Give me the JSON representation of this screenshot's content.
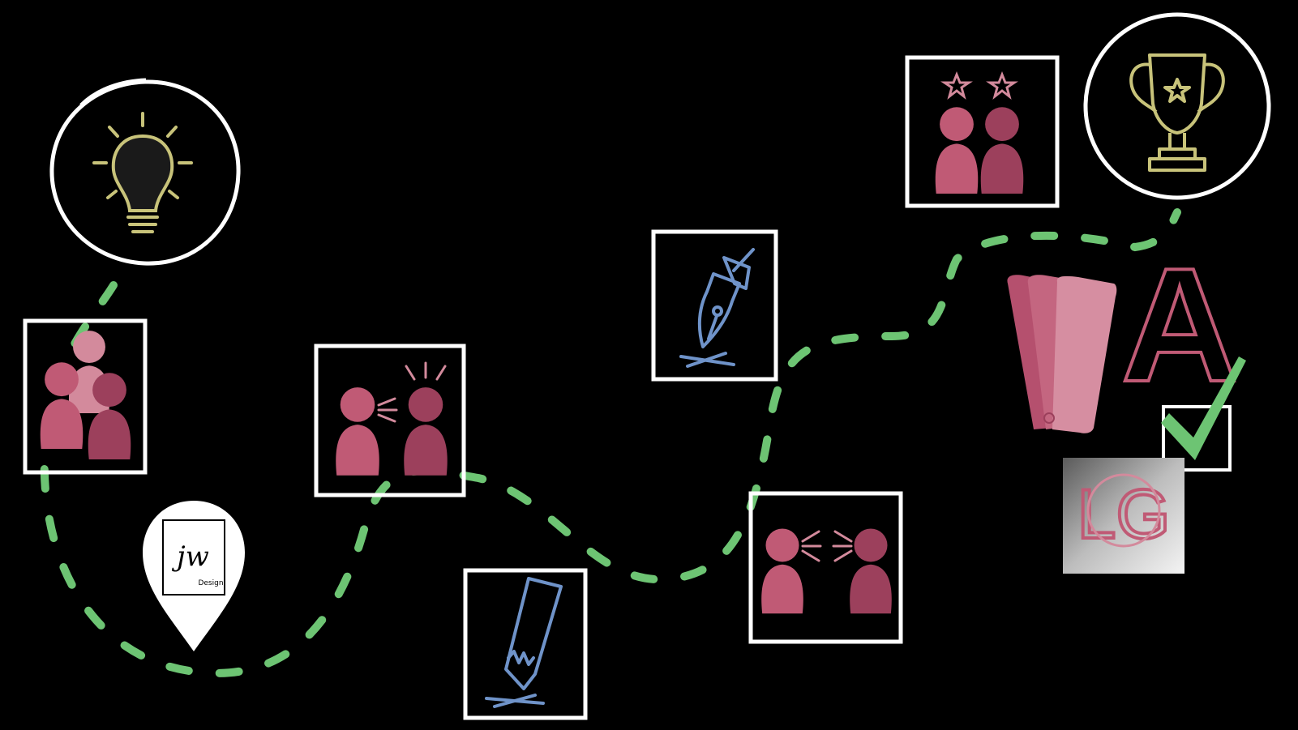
{
  "colors": {
    "background": "#000000",
    "frame": "#ffffff",
    "path": "#6dc473",
    "person_light": "#c05a75",
    "person_dark": "#9c405c",
    "person_pale": "#d38a9c",
    "pen_blue": "#6f93c9",
    "idea_gold": "#c8c37a",
    "swatch": [
      "#b5506e",
      "#c46680",
      "#d68ea1"
    ],
    "check": "#6dc473"
  },
  "logo": {
    "text": "jw",
    "subtext": "Design"
  },
  "stages": [
    {
      "id": "idea",
      "icon": "lightbulb-icon"
    },
    {
      "id": "team",
      "icon": "group-icon"
    },
    {
      "id": "discuss",
      "icon": "conversation-icon"
    },
    {
      "id": "sketch",
      "icon": "pencil-icon"
    },
    {
      "id": "draft",
      "icon": "pen-nib-icon"
    },
    {
      "id": "feedback",
      "icon": "exchange-icon"
    },
    {
      "id": "deliverables",
      "icon": "brand-kit-icon"
    },
    {
      "id": "rating",
      "icon": "rated-pair-icon"
    },
    {
      "id": "award",
      "icon": "trophy-icon"
    }
  ],
  "brand_kit": {
    "type_letter": "A",
    "monogram": "LG"
  }
}
